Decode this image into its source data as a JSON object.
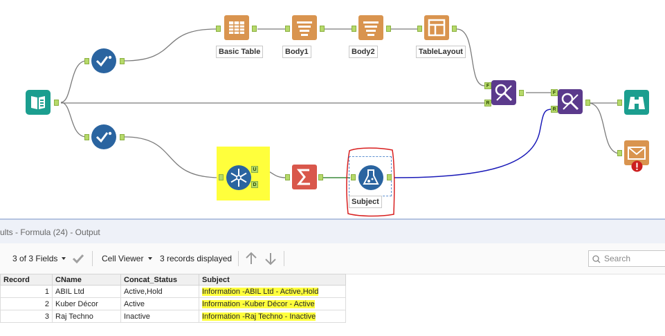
{
  "workflow": {
    "tool_labels": {
      "basic_table": "Basic Table",
      "body1": "Body1",
      "body2": "Body2",
      "table_layout": "TableLayout",
      "formula_subject": "Subject"
    },
    "anchors": {
      "unique_u": "U",
      "unique_d": "D",
      "union_f_1": "F",
      "union_r_1": "R",
      "union_f_2": "F",
      "union_r_2": "R"
    },
    "tool_icons": {
      "input": "input-data-icon",
      "select_top": "select-check-icon",
      "select_bottom": "select-check-icon",
      "basic_table": "basic-table-icon",
      "body1": "report-text-icon",
      "body2": "report-text-icon",
      "table_layout": "layout-icon",
      "layout_union_1": "layout-union-icon",
      "layout_union_2": "layout-union-icon",
      "unique": "unique-snowflake-icon",
      "summarize": "summarize-sigma-icon",
      "formula": "formula-flask-icon",
      "browse": "browse-binoculars-icon",
      "email": "email-envelope-icon"
    },
    "colors": {
      "teal": "#1b9e8f",
      "blue": "#2a64a0",
      "orange": "#d9944f",
      "purple": "#5b3a8c",
      "red": "#d9574b",
      "highlight_yellow": "#ffff3c",
      "circle_red": "#cc1f1f",
      "wire_blue": "#1a1ab8",
      "wire_green": "#3a8a3a"
    }
  },
  "results": {
    "title": "ults - Formula (24) - Output",
    "fields_label": "3 of 3 Fields",
    "cell_viewer_label": "Cell Viewer",
    "records_label": "3 records displayed",
    "search_placeholder": "Search",
    "columns": [
      "Record",
      "CName",
      "Concat_Status",
      "Subject"
    ],
    "rows": [
      {
        "record": "1",
        "cname": "ABIL Ltd",
        "status": "Active,Hold",
        "subject": "Information -ABIL Ltd - Active,Hold"
      },
      {
        "record": "2",
        "cname": "Kuber Décor",
        "status": "Active",
        "subject": "Information -Kuber Décor - Active"
      },
      {
        "record": "3",
        "cname": "Raj Techno",
        "status": "Inactive",
        "subject": "Information -Raj Techno - Inactive"
      }
    ]
  }
}
